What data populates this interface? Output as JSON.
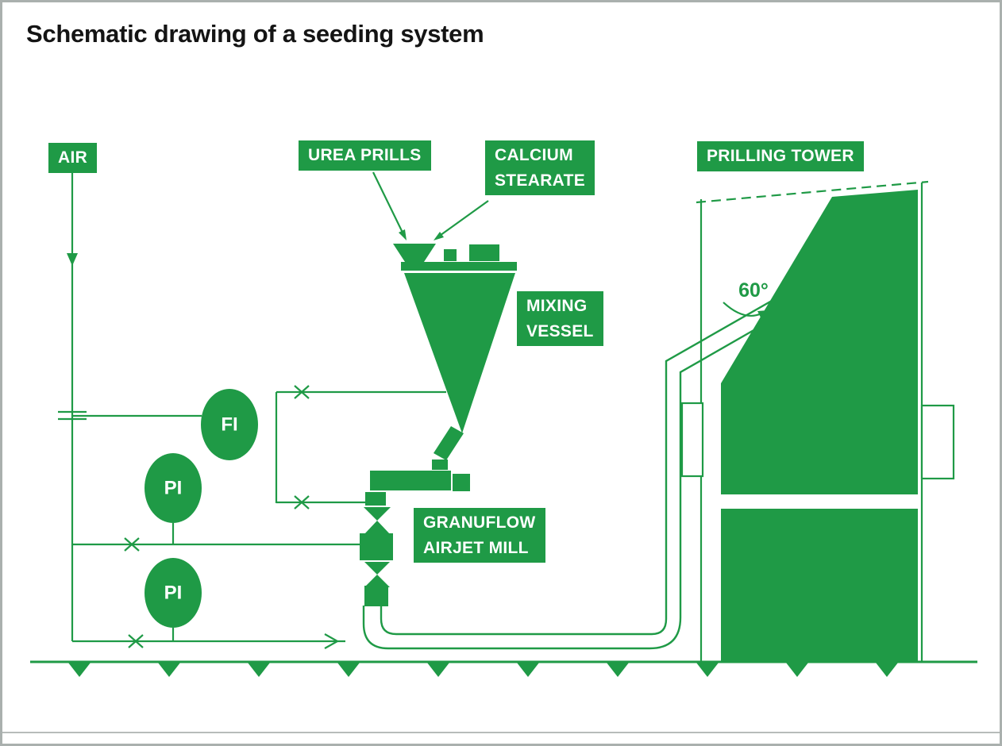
{
  "title": "Schematic drawing of a seeding system",
  "colors": {
    "green": "#1f9a46",
    "label_text": "#ffffff",
    "title_text": "#141414",
    "page_border": "#aab0ae"
  },
  "labels": {
    "air": "AIR",
    "urea_prills": "UREA PRILLS",
    "calcium_stearate": {
      "line1": "CALCIUM",
      "line2": "STEARATE"
    },
    "prilling_tower": "PRILLING TOWER",
    "mixing_vessel": {
      "line1": "MIXING",
      "line2": "VESSEL"
    },
    "granuflow": {
      "line1": "GRANUFLOW",
      "line2": "AIRJET MILL"
    }
  },
  "instruments": [
    {
      "tag": "FI"
    },
    {
      "tag": "PI"
    },
    {
      "tag": "PI"
    }
  ],
  "annotations": {
    "tower_angle": "60°"
  }
}
